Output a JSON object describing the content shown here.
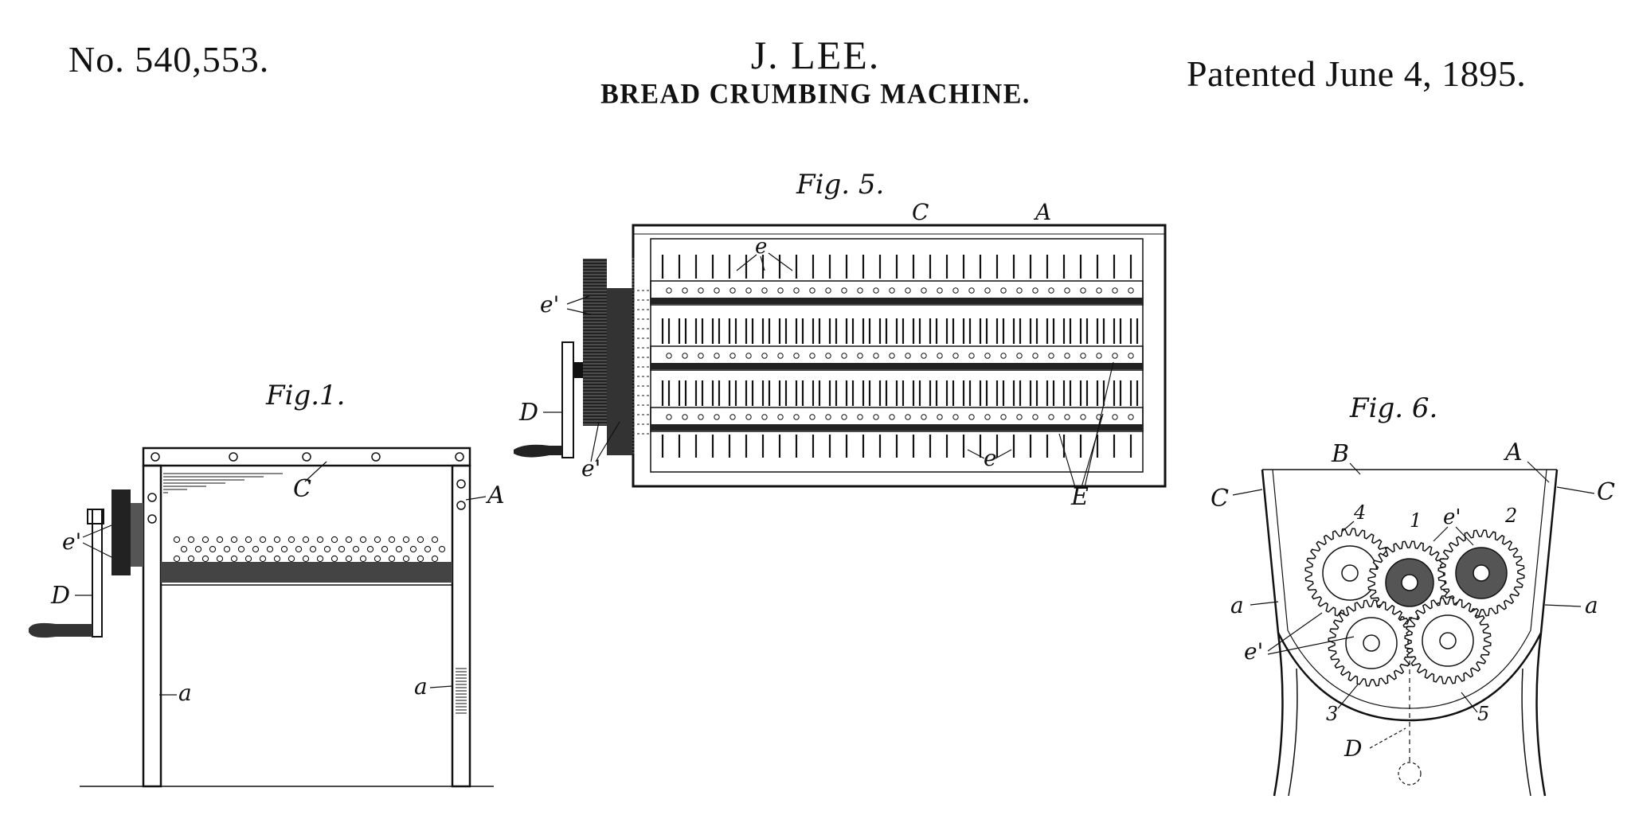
{
  "header": {
    "patent_number": "No. 540,553.",
    "inventor": "J. LEE.",
    "title": "BREAD CRUMBING MACHINE.",
    "date": "Patented June 4, 1895."
  },
  "figures": {
    "fig1": {
      "caption": "Fig.1.",
      "labels": {
        "C": "C",
        "A": "A",
        "e1": "e'",
        "D": "D",
        "a_left": "a",
        "a_right": "a"
      }
    },
    "fig5": {
      "caption": "Fig. 5.",
      "labels": {
        "C": "C",
        "A": "A",
        "e_top": "e",
        "e1_top": "e'",
        "D": "D",
        "e1_bottom": "e'",
        "e_bottom": "e",
        "E": "E"
      }
    },
    "fig6": {
      "caption": "Fig. 6.",
      "labels": {
        "B": "B",
        "A": "A",
        "C_left": "C",
        "C_right": "C",
        "n4": "4",
        "n1": "1",
        "e1_top": "e'",
        "n2": "2",
        "a_left": "a",
        "a_right": "a",
        "e1_left": "e'",
        "n3": "3",
        "n5": "5",
        "D": "D"
      }
    }
  }
}
